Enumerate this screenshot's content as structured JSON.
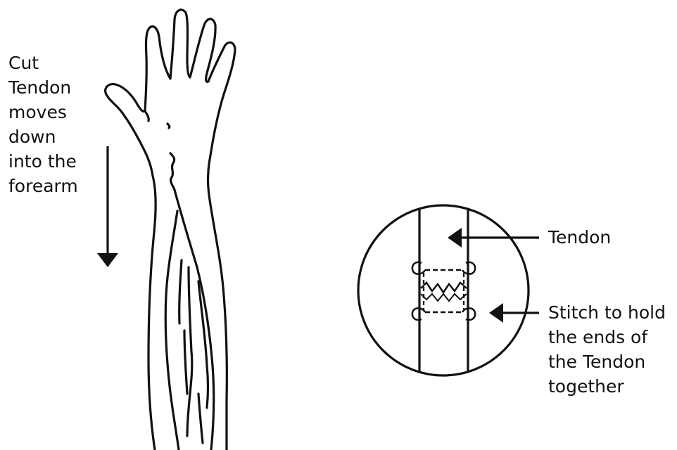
{
  "labels": {
    "cut_tendon": [
      "Cut",
      "Tendon",
      "moves",
      "down",
      "into the",
      "forearm"
    ],
    "tendon": "Tendon",
    "stitch": [
      "Stitch to hold",
      "the ends of",
      "the Tendon",
      "together"
    ]
  },
  "colors": {
    "ink": "#111111",
    "background": "#ffffff"
  }
}
